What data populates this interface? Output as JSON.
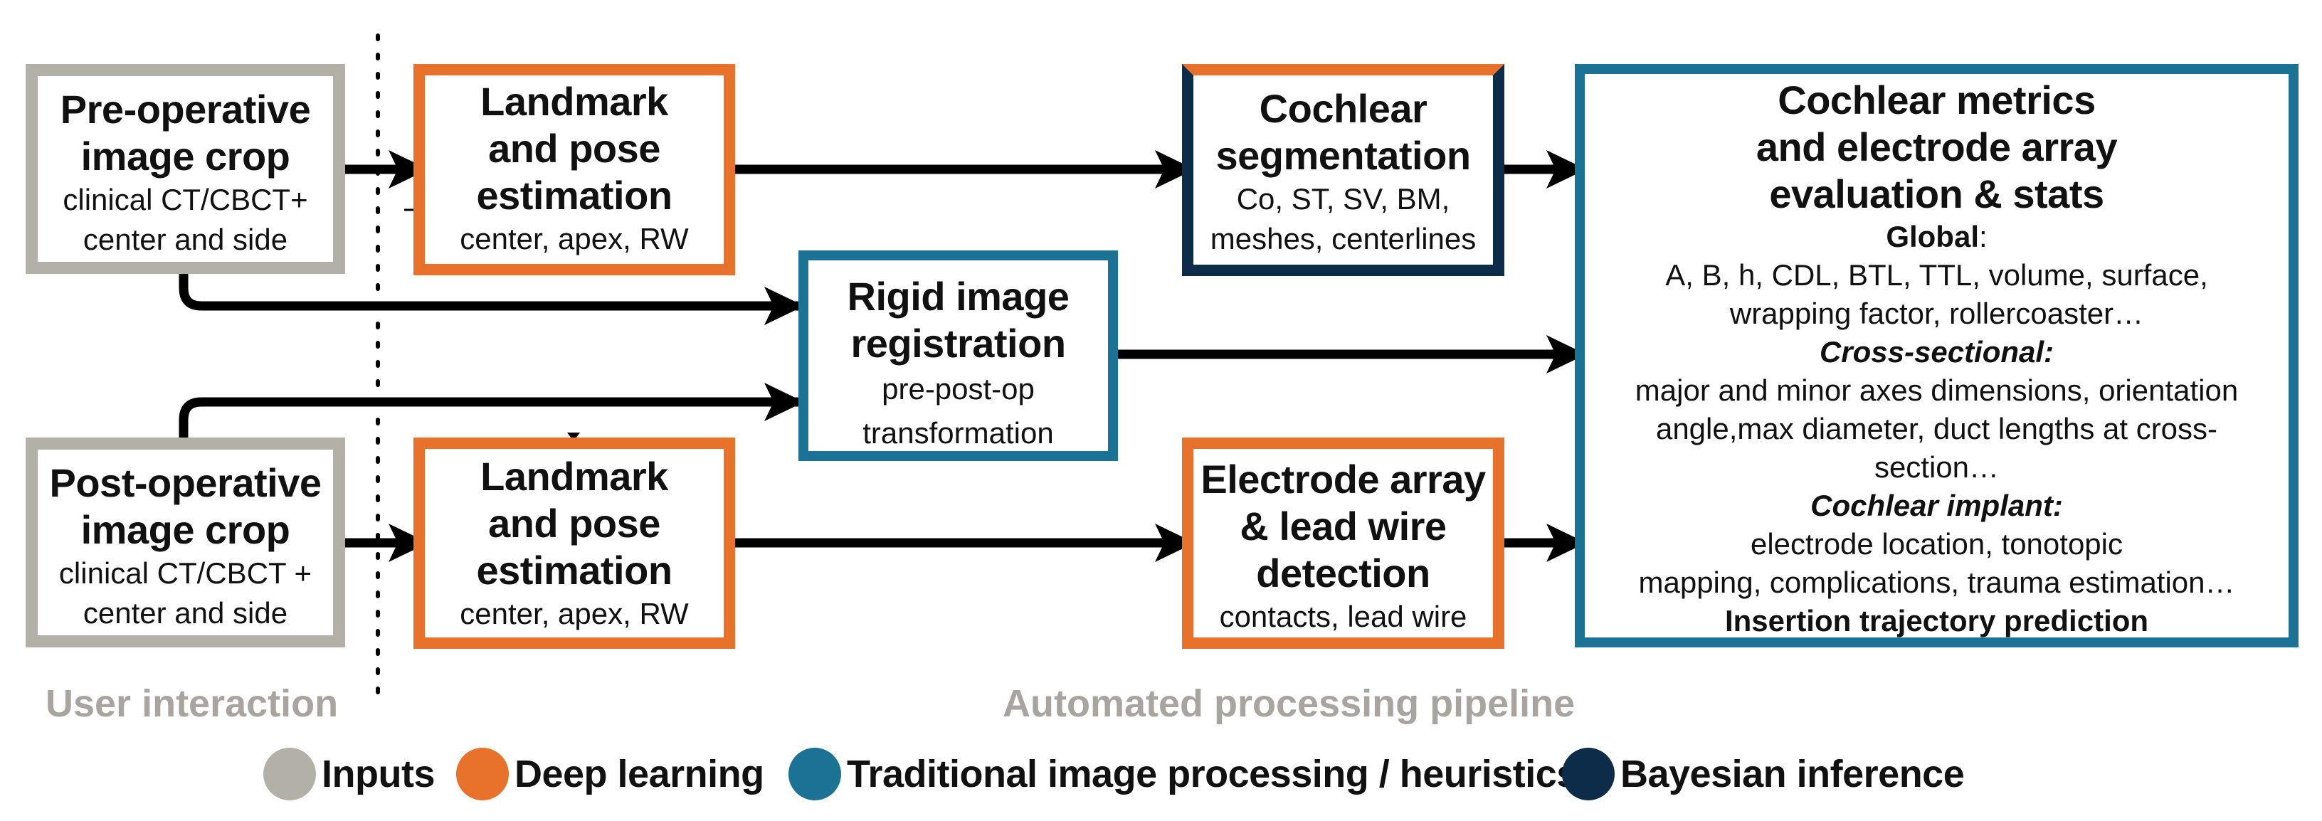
{
  "inputs": {
    "preop": {
      "title": [
        "Pre-operative",
        "image crop"
      ],
      "sub": [
        "clinical CT/CBCT+",
        "center and side"
      ]
    },
    "postop": {
      "title": [
        "Post-operative",
        "image crop"
      ],
      "sub": [
        "clinical CT/CBCT +",
        "center and side"
      ]
    }
  },
  "landmark_top": {
    "title": [
      "Landmark",
      "and pose",
      "estimation"
    ],
    "sub": "center, apex, RW"
  },
  "landmark_bottom": {
    "title": [
      "Landmark",
      "and pose",
      "estimation"
    ],
    "sub": "center, apex, RW"
  },
  "registration": {
    "title": [
      "Rigid image",
      "registration"
    ],
    "sub": [
      "pre-post-op",
      "transformation"
    ]
  },
  "segmentation": {
    "title": [
      "Cochlear",
      "segmentation"
    ],
    "sub": [
      "Co, ST, SV, BM,",
      "meshes, centerlines"
    ]
  },
  "detection": {
    "title": [
      "Electrode array",
      "& lead wire",
      "detection"
    ],
    "sub": "contacts, lead wire"
  },
  "metrics": {
    "title": [
      "Cochlear metrics",
      "and electrode array",
      "evaluation & stats"
    ],
    "global_label": "Global",
    "global_colon": ":",
    "global_lines": [
      "A, B, h, CDL, BTL, TTL,  volume, surface,",
      "wrapping factor, rollercoaster…"
    ],
    "cross_label": "Cross-sectional:",
    "cross_lines": [
      "major and minor axes dimensions, orientation",
      "angle,max diameter, duct lengths at cross-",
      "section…"
    ],
    "implant_label": "Cochlear implant:",
    "implant_lines": [
      "electrode location, tonotopic",
      "mapping, complications, trauma estimation…"
    ],
    "trajectory": "Insertion trajectory prediction"
  },
  "areas": {
    "user": "User interaction",
    "auto": "Automated processing pipeline"
  },
  "legend": [
    {
      "label": "Inputs",
      "color": "#b3b0a8"
    },
    {
      "label": "Deep learning",
      "color": "#e8722c"
    },
    {
      "label": "Traditional image processing / heuristics",
      "color": "#1c7295"
    },
    {
      "label": "Bayesian inference",
      "color": "#0d2c4a"
    }
  ],
  "colors": {
    "gray": "#b3b0a8",
    "orange": "#e8722c",
    "blue": "#1c7295",
    "navy": "#0d2c4a"
  }
}
